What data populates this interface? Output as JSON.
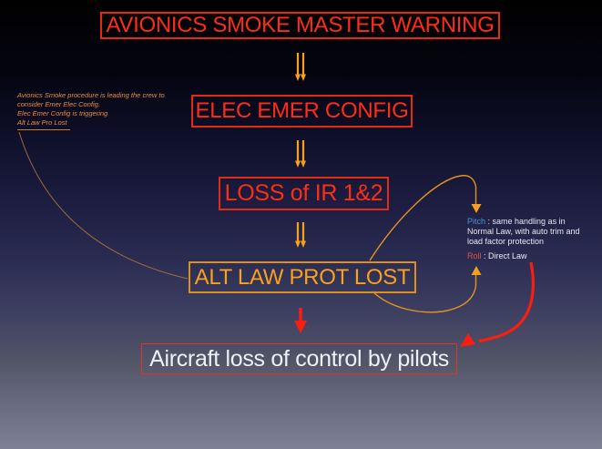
{
  "flow": {
    "node1": {
      "label": "AVIONICS SMOKE MASTER WARNING"
    },
    "node2": {
      "label": "ELEC EMER CONFIG"
    },
    "node3": {
      "label": "LOSS of IR 1&2"
    },
    "node4": {
      "label": "ALT LAW PROT LOST"
    },
    "node5": {
      "label": "Aircraft loss of control by pilots"
    }
  },
  "notes": {
    "left": {
      "line1": "Avionics Smoke procedure is leading the crew to",
      "line2": "consider Emer Elec Config.",
      "line3": "Elec Emer Config is triggering",
      "line4": "Alt Law Pro Lost"
    },
    "pitch": {
      "term": "Pitch",
      "text": " : same handling as in Normal Law, with auto trim and load factor protection"
    },
    "roll": {
      "term": "Roll",
      "text": " : Direct Law"
    }
  },
  "colors": {
    "warning_red": "#fe2d16",
    "alert_orange": "#f9a11b",
    "final_border_red": "#e23128",
    "final_text_white": "#eef0f6",
    "note_orange": "#ee8c40",
    "pitch_blue": "#4a90d8",
    "roll_red": "#e85040",
    "arrow_red": "#fb1d10",
    "link_line_orange": "#b5793c",
    "background_top": "#010101",
    "background_bottom": "#7e8094"
  },
  "connectors": {
    "main_flow_arrow_style": "double-chevron-down",
    "main_flow_arrow_color": "#f9a11b",
    "final_arrow_style": "solid-down",
    "final_arrow_color": "#fb1d10",
    "left_note_link": "left-note to ALT LAW PROT LOST",
    "pitch_link": "ALT LAW PROT LOST to pitch-note",
    "roll_link": "ALT LAW PROT LOST to roll-note",
    "roll_crash_link": "roll-note to loss-of-control"
  }
}
